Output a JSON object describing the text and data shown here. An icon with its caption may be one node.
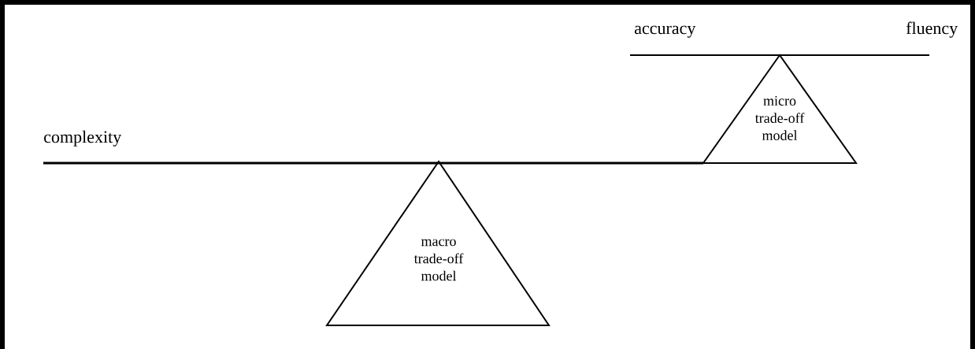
{
  "diagram": {
    "nodes": [
      {
        "text": [
          "macro trade-off model"
        ]
      },
      {
        "text": [
          "micro trade-off model"
        ]
      }
    ],
    "labels": [
      "accuracy",
      "fluency",
      "complexity"
    ]
  }
}
